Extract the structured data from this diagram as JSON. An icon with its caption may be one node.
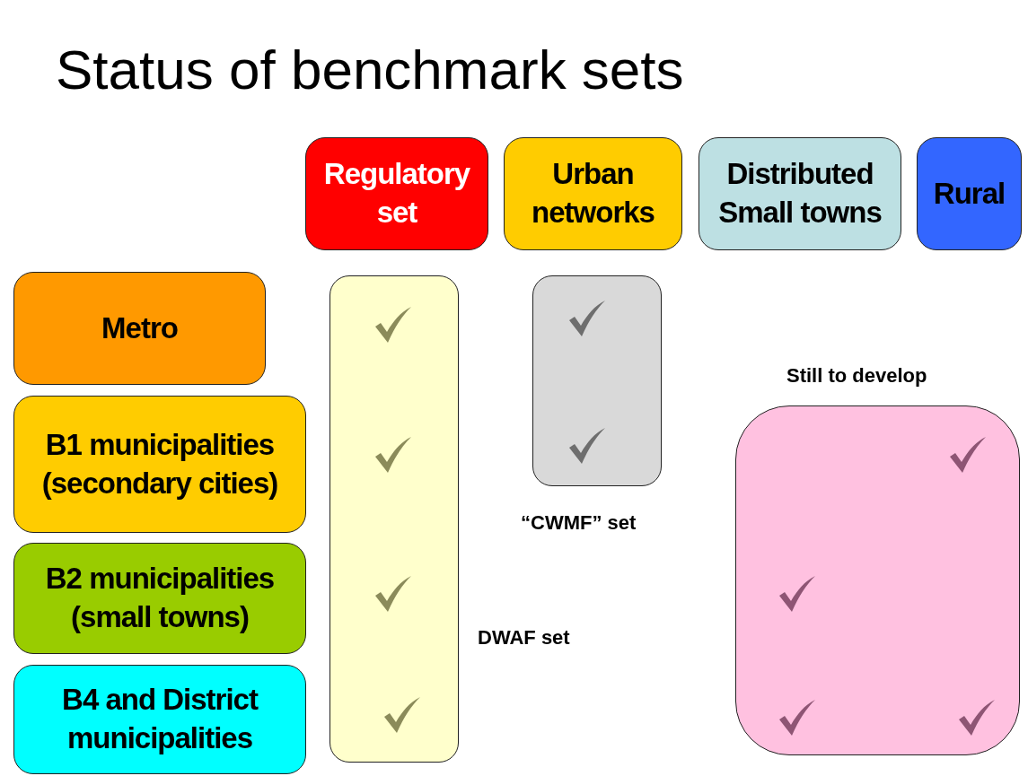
{
  "diagram": {
    "title": "Status of benchmark sets",
    "nodes": [
      {
        "text": [
          "Regulatory set"
        ]
      },
      {
        "text": [
          "Urban networks"
        ]
      },
      {
        "text": [
          "Distributed Small towns"
        ]
      },
      {
        "text": [
          "Rural"
        ]
      },
      {
        "text": [
          "Metro"
        ]
      },
      {
        "text": [
          "B1 municipalities (secondary cities)"
        ]
      },
      {
        "text": [
          "B2 municipalities (small towns)"
        ]
      },
      {
        "text": [
          "B4 and District municipalities"
        ]
      },
      {
        "text": [],
        "shape": "box",
        "beside": [
          "DWAF set"
        ]
      },
      {
        "text": [],
        "shape": "box",
        "beside": [
          "“CWMF” set"
        ]
      },
      {
        "text": [],
        "shape": "box",
        "beside": [
          "Still to develop"
        ]
      }
    ],
    "edges": []
  }
}
